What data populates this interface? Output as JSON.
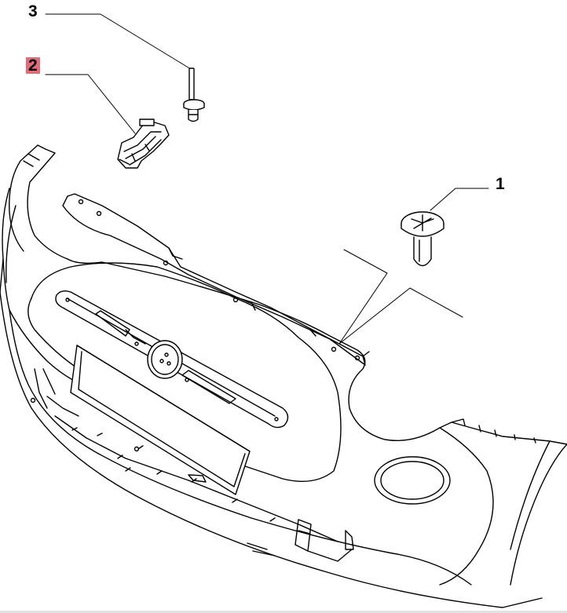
{
  "callouts": [
    {
      "id": "3",
      "label": "3",
      "highlighted": false
    },
    {
      "id": "2",
      "label": "2",
      "highlighted": true
    },
    {
      "id": "1",
      "label": "1",
      "highlighted": false
    }
  ],
  "colors": {
    "line": "#000000",
    "highlight": "#e46b75",
    "background": "#ffffff"
  },
  "parts": [
    {
      "callout": "1",
      "icon": "push-rivet-clip-icon"
    },
    {
      "callout": "2",
      "icon": "bracket-icon"
    },
    {
      "callout": "3",
      "icon": "pin-clip-icon"
    }
  ]
}
